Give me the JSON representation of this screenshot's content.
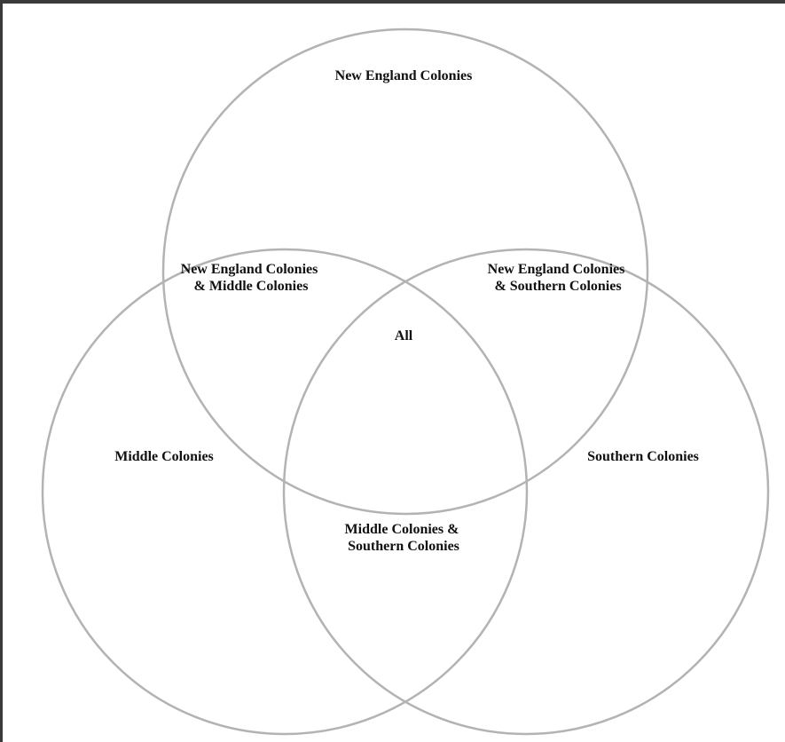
{
  "diagram": {
    "sets": [
      {
        "id": "new-england",
        "label": "New England Colonies"
      },
      {
        "id": "middle",
        "label": "Middle Colonies"
      },
      {
        "id": "southern",
        "label": "Southern Colonies"
      }
    ],
    "overlaps": {
      "ne_middle": [
        "New England Colonies",
        "& Middle Colonies"
      ],
      "ne_southern": [
        "New England Colonies",
        "& Southern Colonies"
      ],
      "middle_southern": [
        "Middle Colonies &",
        "Southern Colonies"
      ],
      "all": "All"
    },
    "stroke_color": "#b3b3b3",
    "frame_color": "#3a3a3a"
  }
}
